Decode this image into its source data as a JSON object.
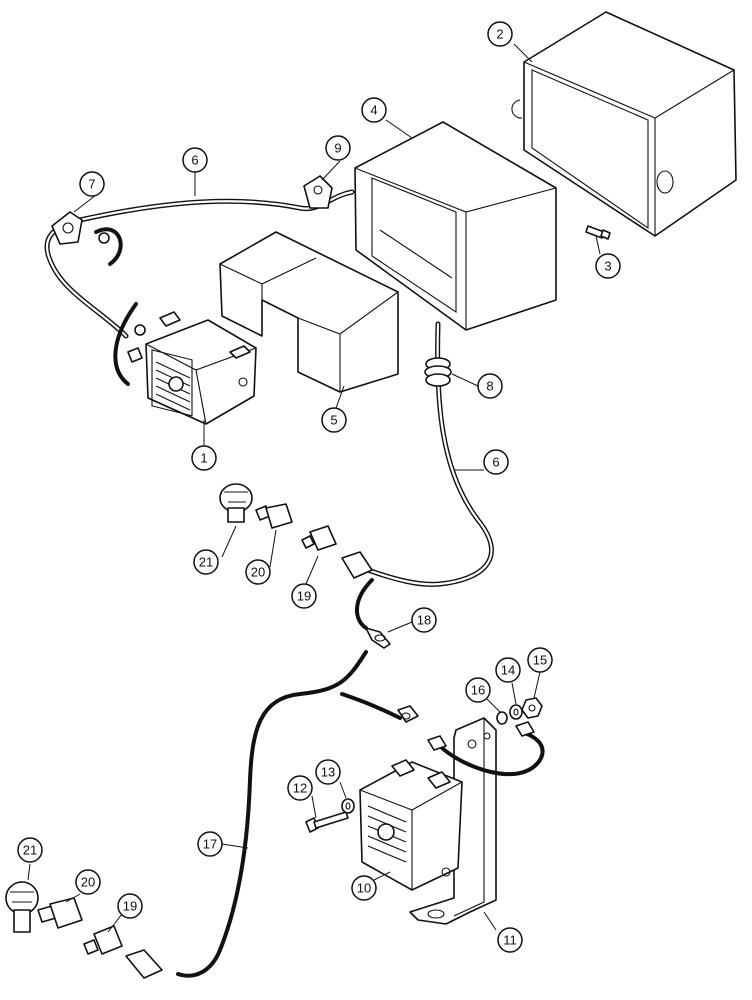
{
  "callouts": {
    "c1": "1",
    "c2": "2",
    "c3": "3",
    "c4": "4",
    "c5": "5",
    "c6a": "6",
    "c6b": "6",
    "c7": "7",
    "c8": "8",
    "c9": "9",
    "c10": "10",
    "c11": "11",
    "c12": "12",
    "c13": "13",
    "c14": "14",
    "c15": "15",
    "c16": "16",
    "c17": "17",
    "c18": "18",
    "c19a": "19",
    "c19b": "19",
    "c20a": "20",
    "c20b": "20",
    "c21a": "21",
    "c21b": "21"
  }
}
